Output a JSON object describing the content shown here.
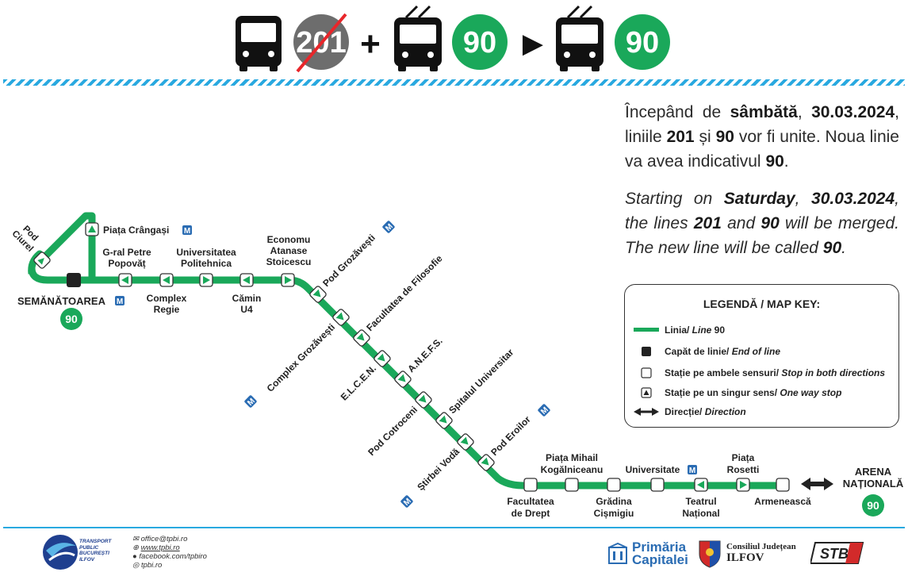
{
  "banner": {
    "old_line": "201",
    "merged_line": "90",
    "new_line": "90",
    "plus_sign": "+",
    "arrow": "▶"
  },
  "announcement": {
    "ro_pre": "Începând de ",
    "ro_day": "sâmbătă",
    "ro_date": "30.03.2024",
    "ro_mid1": "liniile ",
    "ro_l1": "201",
    "ro_and": " și ",
    "ro_l2": "90",
    "ro_mid2": " vor fi unite. Noua linie va avea indicativul ",
    "ro_l3": "90",
    "en_pre": "Starting on ",
    "en_day": "Saturday",
    "en_date": "30.03.2024",
    "en_mid1": "the lines ",
    "en_l1": "201",
    "en_and": " and ",
    "en_l2": "90",
    "en_mid2": " will be merged. The new line will be called ",
    "en_l3": "90"
  },
  "legend": {
    "title": "LEGENDĂ / MAP KEY:",
    "items": [
      {
        "ro": "Linia/ ",
        "en": "Line",
        "extra": " 90"
      },
      {
        "ro": "Capăt de linie/ ",
        "en": "End of line",
        "extra": ""
      },
      {
        "ro": "Stație pe ambele sensuri/ ",
        "en": "Stop in both directions",
        "extra": ""
      },
      {
        "ro": "Stație pe un singur sens/ ",
        "en": "One way stop",
        "extra": ""
      },
      {
        "ro": "Direcție/ ",
        "en": "Direction",
        "extra": ""
      }
    ]
  },
  "map": {
    "line_color": "#1aa85a",
    "metro_color": "#2a6cb3",
    "metro_mark": "M",
    "terminal_west": {
      "name": "SEMĂNĂTOAREA",
      "badge": "90"
    },
    "terminal_east": {
      "name_l1": "ARENA",
      "name_l2": "NAȚIONALĂ",
      "badge": "90"
    },
    "stops_horizontal": [
      {
        "l1": "Pod",
        "l2": "Ciurel"
      },
      {
        "l1": "Piața Crângași",
        "l2": ""
      },
      {
        "l1": "G-ral Petre",
        "l2": "Popovăț"
      },
      {
        "l1": "Complex",
        "l2": "Regie"
      },
      {
        "l1": "Universitatea",
        "l2": "Politehnica"
      },
      {
        "l1": "Cămin",
        "l2": "U4"
      },
      {
        "l1": "Economu",
        "l2": "Atanase",
        "l3": "Stoicescu"
      }
    ],
    "stops_diagonal": [
      "Pod Grozăvești",
      "Complex Grozăvești",
      "Facultatea de Filosofie",
      "E.L.C.E.N.",
      "A.N.E.F.S.",
      "Pod Cotroceni",
      "Spitalul Universitar",
      "Știrbei Vodă",
      "Pod Eroilor"
    ],
    "stops_bottom": [
      {
        "l1": "Facultatea",
        "l2": "de Drept"
      },
      {
        "l1": "Piața Mihail",
        "l2": "Kogălniceanu"
      },
      {
        "l1": "Grădina",
        "l2": "Cișmigiu"
      },
      {
        "l1": "Universitate",
        "l2": ""
      },
      {
        "l1": "Teatrul",
        "l2": "Național"
      },
      {
        "l1": "Piața",
        "l2": "Rosetti"
      },
      {
        "l1": "Armenească",
        "l2": ""
      }
    ]
  },
  "footer": {
    "tpbi": [
      "TRANSPORT",
      "PUBLIC",
      "BUCUREȘTI",
      "ILFOV"
    ],
    "email": "office@tpbi.ro",
    "web": "www.tpbi.ro",
    "facebook": "facebook.com/tpbiro",
    "instagram": "tpbi.ro",
    "primaria_l1": "Primăria",
    "primaria_l2": "Capitalei",
    "cj_l1": "Consiliul Județean",
    "cj_l2": "ILFOV",
    "stb": "STB"
  }
}
